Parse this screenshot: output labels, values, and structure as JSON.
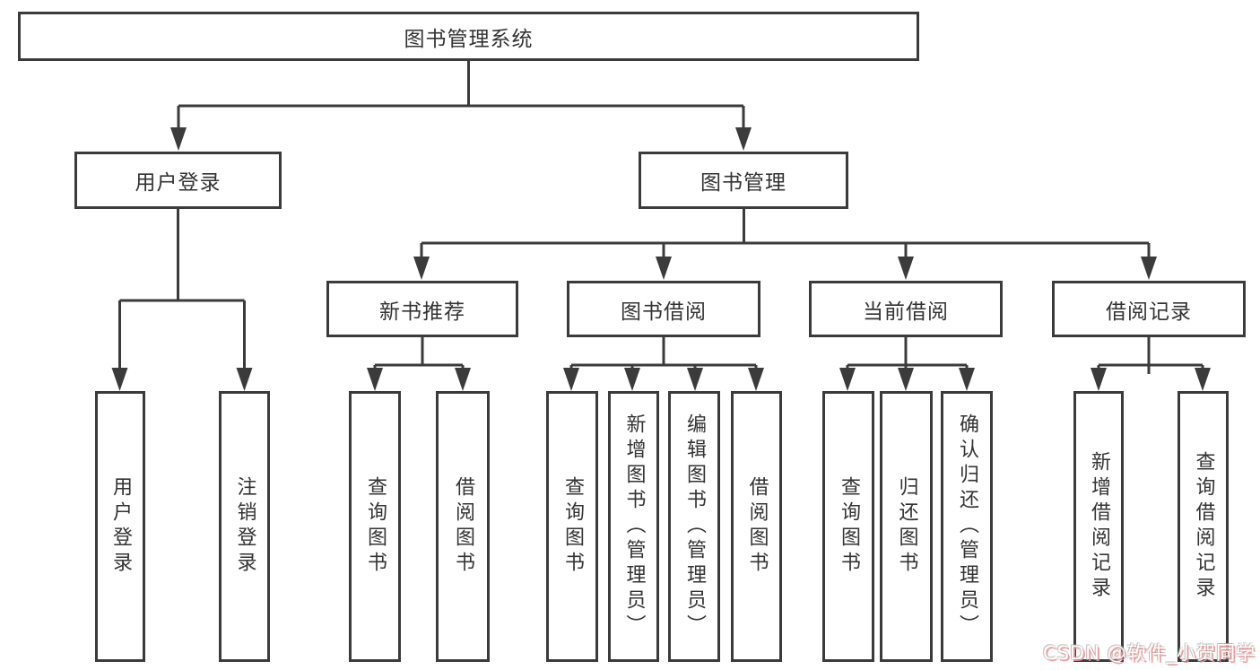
{
  "diagram": {
    "tree": {
      "label": "图书管理系统",
      "children": [
        {
          "label": "用户登录",
          "children": [
            {
              "label": "用户登录"
            },
            {
              "label": "注销登录"
            }
          ]
        },
        {
          "label": "图书管理",
          "children": [
            {
              "label": "新书推荐",
              "children": [
                {
                  "label": "查询图书"
                },
                {
                  "label": "借阅图书"
                }
              ]
            },
            {
              "label": "图书借阅",
              "children": [
                {
                  "label": "查询图书"
                },
                {
                  "label": "新增图书（管理员）"
                },
                {
                  "label": "编辑图书（管理员）"
                },
                {
                  "label": "借阅图书"
                }
              ]
            },
            {
              "label": "当前借阅",
              "children": [
                {
                  "label": "查询图书"
                },
                {
                  "label": "归还图书"
                },
                {
                  "label": "确认归还（管理员）"
                }
              ]
            },
            {
              "label": "借阅记录",
              "children": [
                {
                  "label": "新增借阅记录"
                },
                {
                  "label": "查询借阅记录"
                }
              ]
            }
          ]
        }
      ]
    },
    "watermark": {
      "text": "CSDN @软件_小贺同学"
    },
    "colors": {
      "line": "#3b3b3b",
      "text": "#333333",
      "background": "#ffffff",
      "watermark_accent": "#ec9494"
    }
  }
}
